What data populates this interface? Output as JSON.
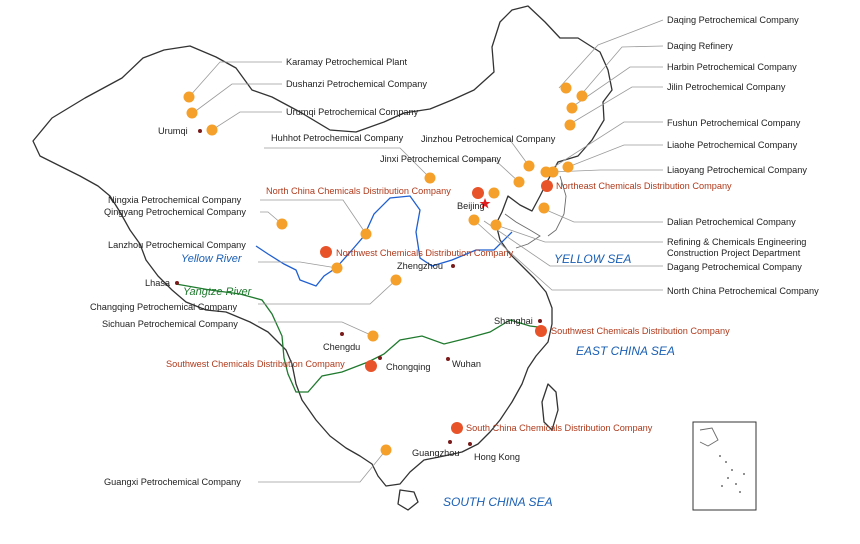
{
  "colors": {
    "plant_marker": "#f5a02a",
    "distribution_marker": "#e8532a",
    "capital_star": "#e02020",
    "yellow_river": "#1f5fd0",
    "yangtze_river": "#1f7a2e",
    "border": "#333333",
    "distribution_text": "#b03a1c",
    "sea_text": "#1a5fb4"
  },
  "companies": [
    "Daqing Petrochemical Company",
    "Daqing Refinery",
    "Harbin Petrochemical Company",
    "Jilin Petrochemical Company",
    "Karamay Petrochemical Plant",
    "Dushanzi Petrochemical Company",
    "Urumqi Petrochemical Company",
    "Fushun Petrochemical Company",
    "Liaohe Petrochemical Company",
    "Huhhot Petrochemical Company",
    "Jinzhou Petrochemical Company",
    "Liaoyang Petrochemical Company",
    "Jinxi Petrochemical Company",
    "Ningxia Petrochemical Company",
    "Qingyang Petrochemical Company",
    "Dalian Petrochemical Company",
    "Lanzhou Petrochemical Company",
    "Dagang Petrochemical Company",
    "North China Petrochemical Company",
    "Changqing Petrochemical Company",
    "Sichuan Petrochemical Company",
    "Guangxi Petrochemical Company"
  ],
  "engineering_label": {
    "line1": "Refining & Chemicals Engineering",
    "line2": "Construction Project Department"
  },
  "distribution": [
    "North China Chemicals Distribution Company",
    "Northeast Chemicals Distribution Company",
    "Northwest Chemicals Distribution Company",
    "Southwest Chemicals Distribution Company",
    "Southwest Chemicals Distribution Company",
    "South China Chemicals Distribution Company"
  ],
  "cities": [
    "Urumqi",
    "Beijing",
    "Lhasa",
    "Zhengzhou",
    "Chengdu",
    "Shanghai",
    "Chongqing",
    "Wuhan",
    "Guangzhou",
    "Hong Kong"
  ],
  "seas": [
    "YELLOW SEA",
    "EAST CHINA SEA",
    "SOUTH CHINA SEA"
  ],
  "rivers": [
    "Yellow River",
    "Yangtze River"
  ]
}
